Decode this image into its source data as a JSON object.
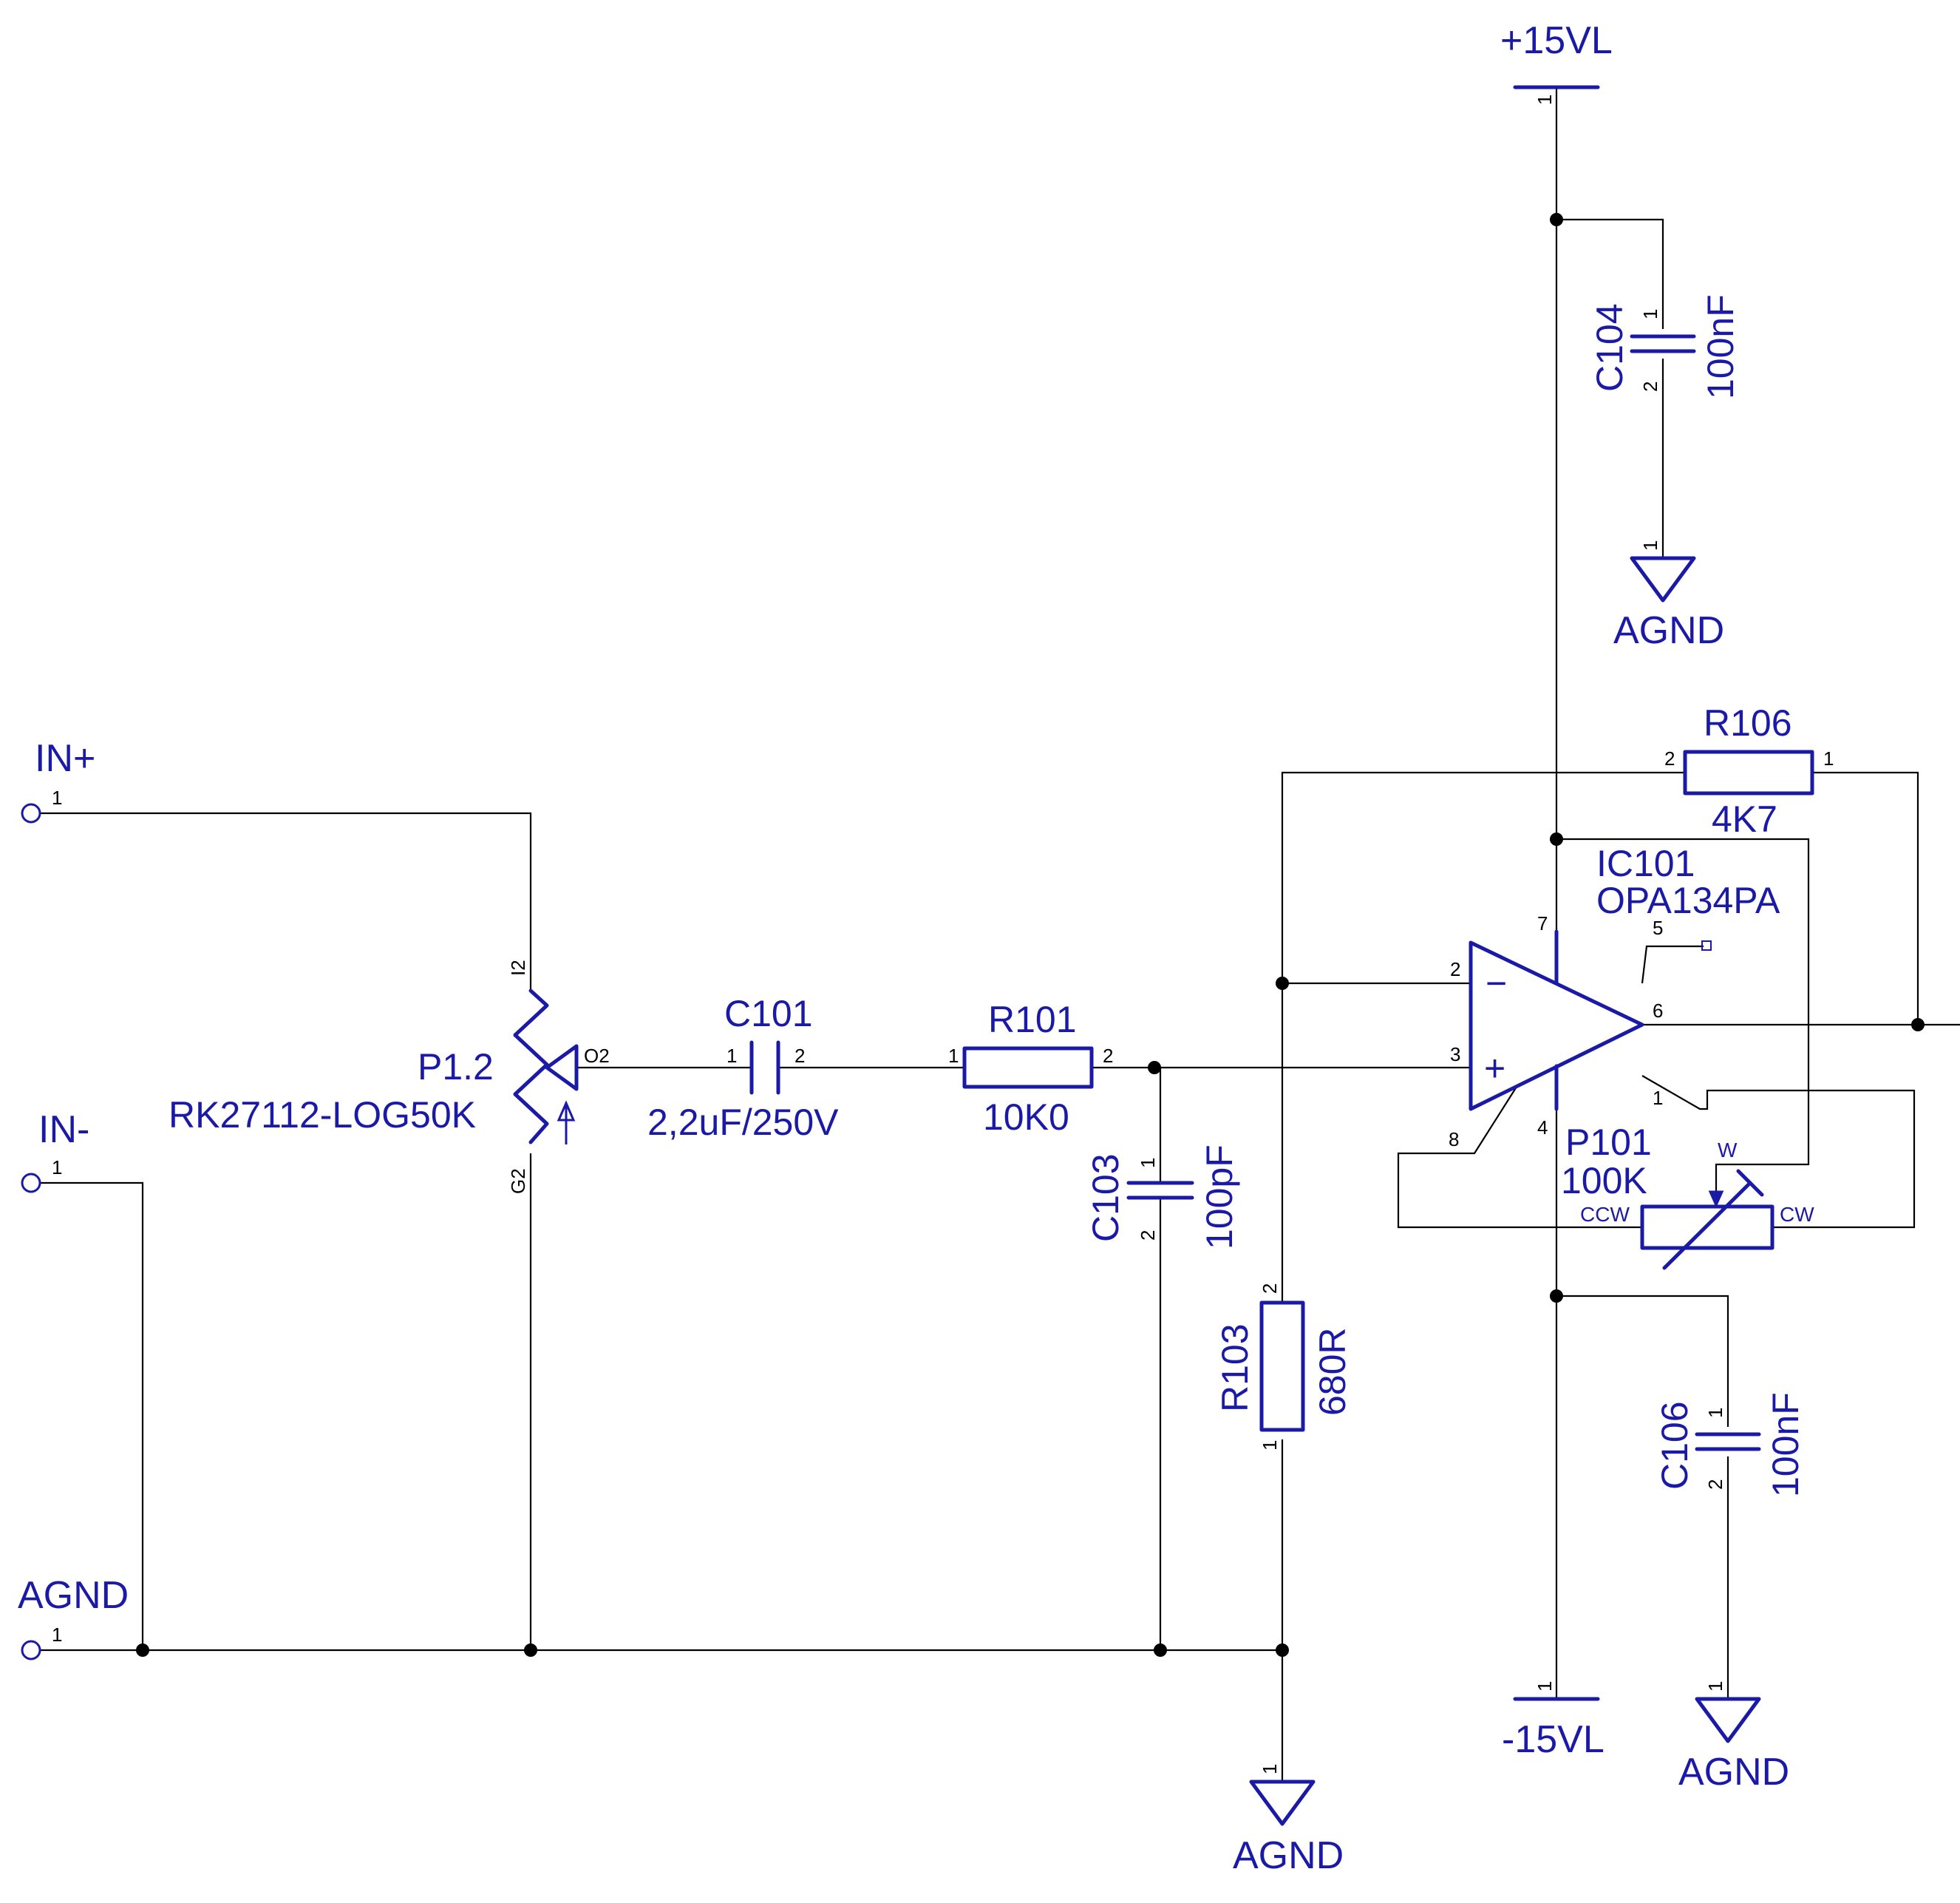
{
  "ports": {
    "in_plus": "IN+",
    "in_minus": "IN-",
    "agnd": "AGND"
  },
  "power": {
    "pos_rail": "+15VL",
    "neg_rail": "-15VL",
    "ground": "AGND"
  },
  "components": {
    "p1_2": {
      "ref": "P1.2",
      "value": "RK27112-LOG50K",
      "pin_i2": "I2",
      "pin_g2": "G2",
      "pin_o2": "O2"
    },
    "c101": {
      "ref": "C101",
      "value": "2,2uF/250V"
    },
    "r101": {
      "ref": "R101",
      "value": "10K0"
    },
    "c103": {
      "ref": "C103",
      "value": "100pF"
    },
    "r103": {
      "ref": "R103",
      "value": "680R"
    },
    "r106": {
      "ref": "R106",
      "value": "4K7"
    },
    "c104": {
      "ref": "C104",
      "value": "100nF"
    },
    "c106": {
      "ref": "C106",
      "value": "100nF"
    },
    "ic101": {
      "ref": "IC101",
      "value": "OPA134PA",
      "minus": "−",
      "plus": "+"
    },
    "p101": {
      "ref": "P101",
      "value": "100K",
      "pin_w": "W",
      "pin_ccw": "CCW",
      "pin_cw": "CW"
    }
  },
  "pin_numbers": {
    "one": "1",
    "two": "2",
    "three": "3",
    "four": "4",
    "five": "5",
    "six": "6",
    "seven": "7",
    "eight": "8"
  }
}
